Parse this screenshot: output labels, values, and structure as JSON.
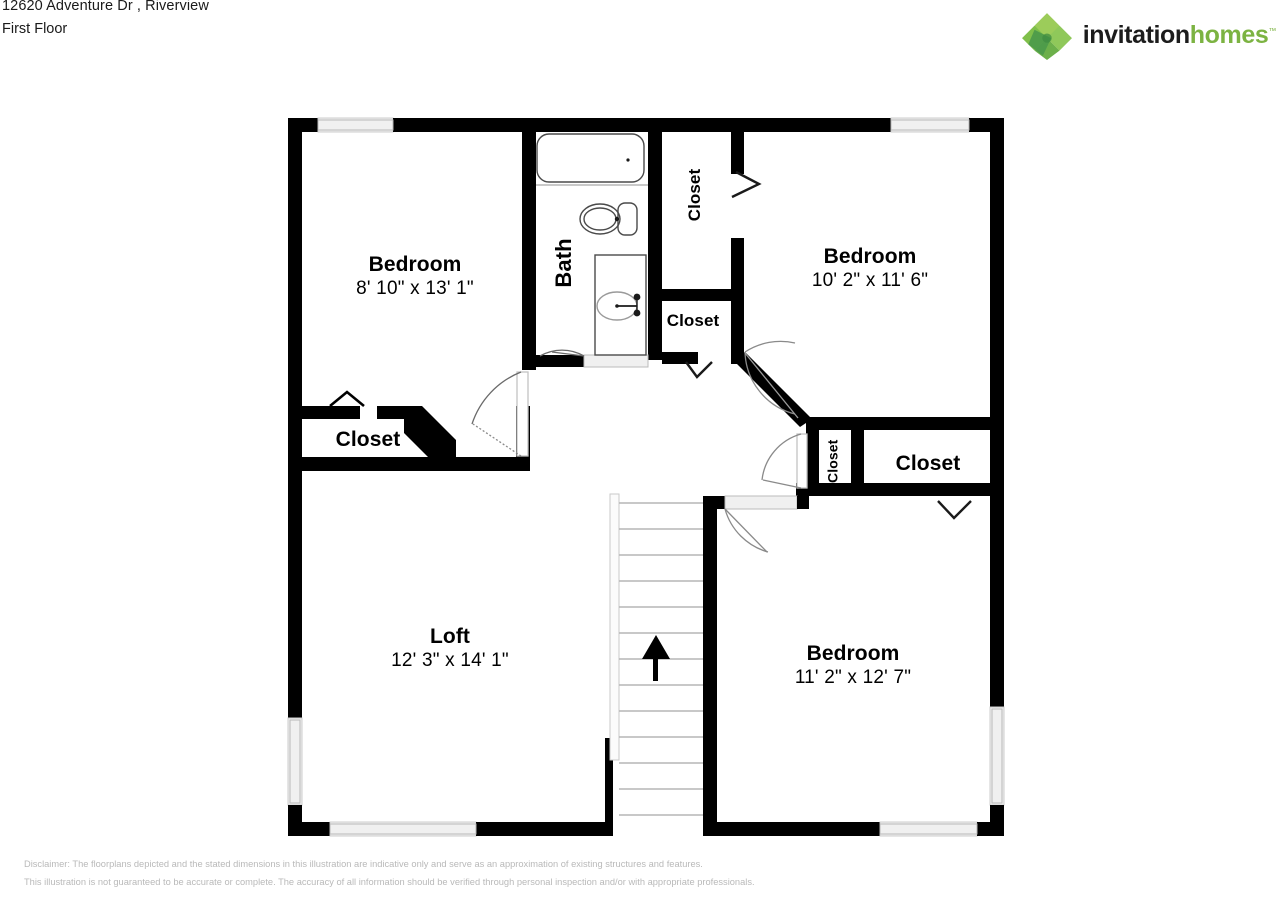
{
  "header": {
    "address": "12620 Adventure Dr , Riverview",
    "floor": "First Floor"
  },
  "logo": {
    "name": "invitation homes",
    "word_primary": "invitation",
    "word_secondary": "homes",
    "trademark": "™",
    "color_primary": "#1c1c1c",
    "color_secondary": "#7cb342",
    "mark_colors": [
      "#9ccc5a",
      "#8bc34a",
      "#4c9a4a",
      "#66a84d"
    ]
  },
  "floorplan": {
    "title": "First Floor",
    "wall_color": "#000000",
    "fill_color": "#ffffff",
    "window_color": "#f2f2f2",
    "rooms": [
      {
        "id": "bedroom-nw",
        "name": "Bedroom",
        "dimensions": "8' 10\" x 13' 1\""
      },
      {
        "id": "bath",
        "name": "Bath",
        "dimensions": ""
      },
      {
        "id": "closet-bath-north",
        "name": "Closet",
        "dimensions": ""
      },
      {
        "id": "closet-hall-mid",
        "name": "Closet",
        "dimensions": ""
      },
      {
        "id": "bedroom-ne",
        "name": "Bedroom",
        "dimensions": "10' 2\" x 11' 6\""
      },
      {
        "id": "closet-west",
        "name": "Closet",
        "dimensions": ""
      },
      {
        "id": "loft",
        "name": "Loft",
        "dimensions": "12' 3\" x 14' 1\""
      },
      {
        "id": "closet-narrow-mid",
        "name": "Closet",
        "dimensions": ""
      },
      {
        "id": "closet-east",
        "name": "Closet",
        "dimensions": ""
      },
      {
        "id": "bedroom-se",
        "name": "Bedroom",
        "dimensions": "11' 2\" x 12' 7\""
      }
    ],
    "fixtures": [
      {
        "id": "bathtub",
        "type": "tub"
      },
      {
        "id": "toilet",
        "type": "toilet"
      },
      {
        "id": "vanity-sink",
        "type": "sink"
      }
    ],
    "stairs": {
      "id": "staircase",
      "treads": 13,
      "direction_indicator": "up-arrow"
    }
  },
  "footer": {
    "line1": "Disclaimer: The floorplans depicted and the stated dimensions in this illustration are indicative only and serve as an approximation of existing structures and features.",
    "line2": "This illustration is not guaranteed to be accurate or complete. The accuracy of all information should be verified through personal inspection and/or with appropriate professionals."
  }
}
